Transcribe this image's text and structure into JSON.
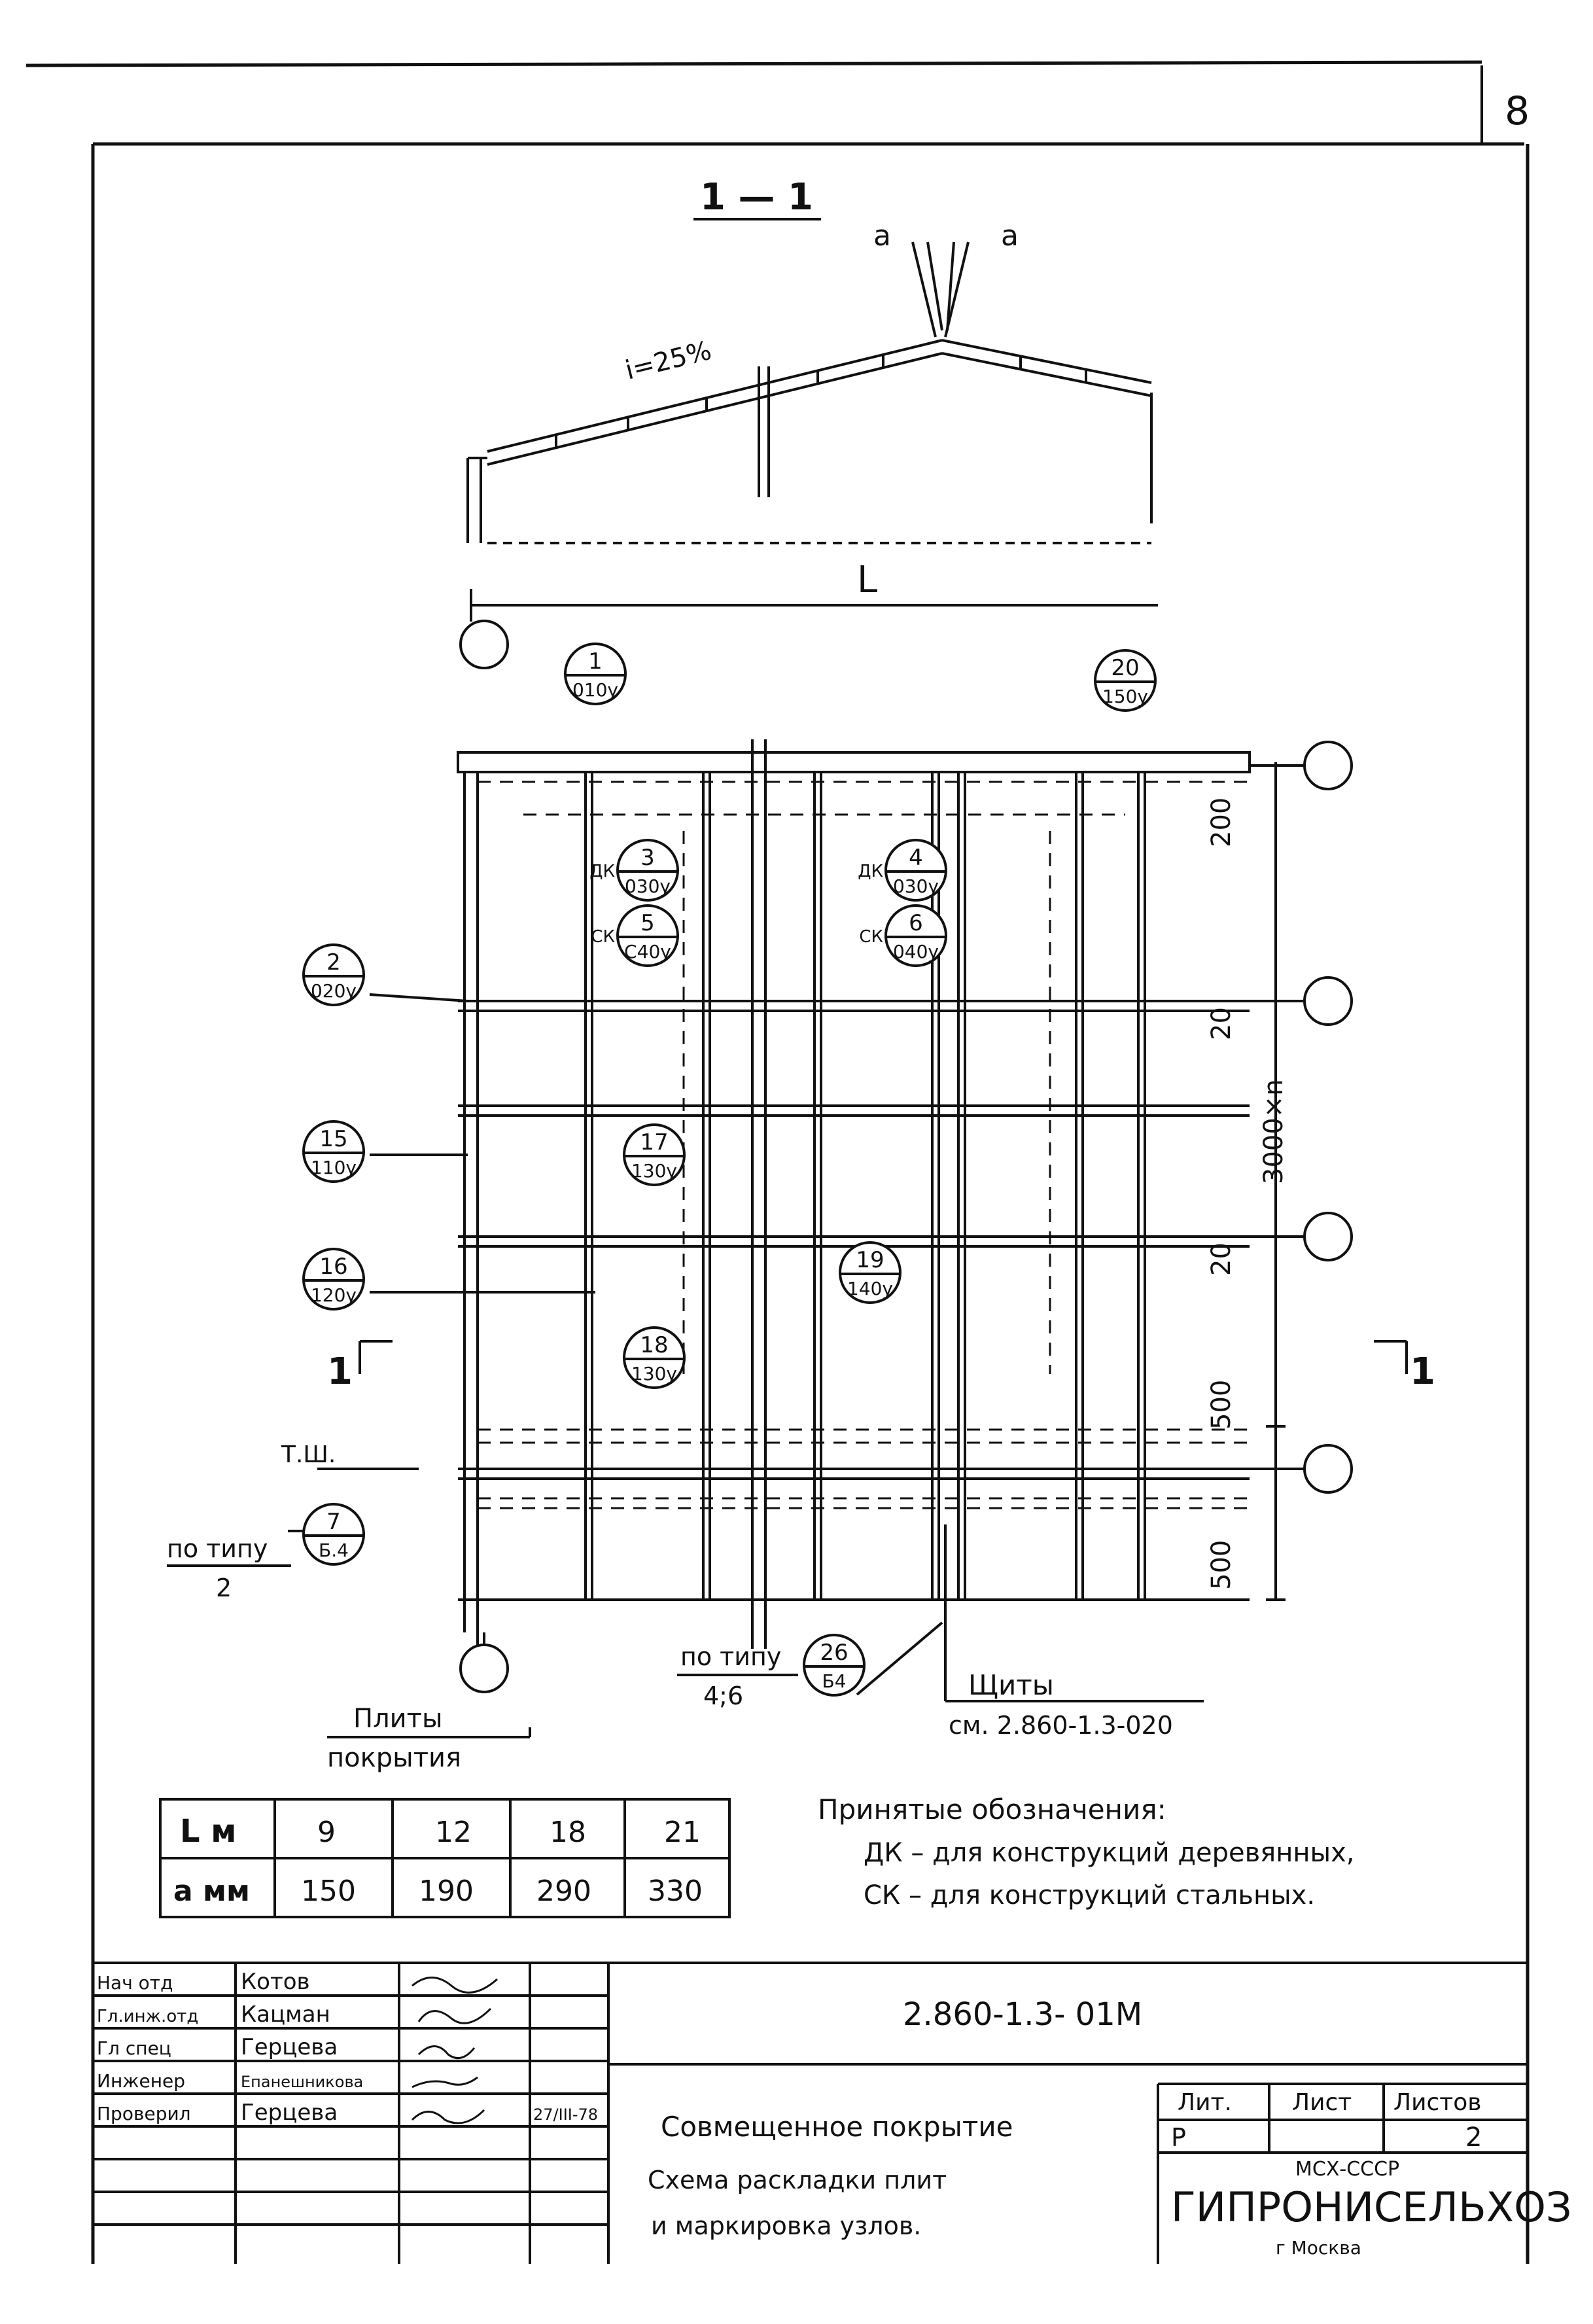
{
  "sheet_number": "8",
  "section": {
    "title": "1 — 1",
    "slope": "i=25%",
    "a_left": "a",
    "a_right": "a",
    "span_label": "L"
  },
  "node_labels": [
    {
      "num": "1",
      "code": "010у"
    },
    {
      "num": "20",
      "code": "150у"
    },
    {
      "num": "3",
      "code": "030у",
      "prefix": "ДК"
    },
    {
      "num": "5",
      "code": "С40у",
      "prefix": "СК"
    },
    {
      "num": "4",
      "code": "030у",
      "prefix": "ДК"
    },
    {
      "num": "6",
      "code": "040у",
      "prefix": "СК"
    },
    {
      "num": "2",
      "code": "020у"
    },
    {
      "num": "15",
      "code": "110у"
    },
    {
      "num": "17",
      "code": "130у"
    },
    {
      "num": "16",
      "code": "120у"
    },
    {
      "num": "19",
      "code": "140у"
    },
    {
      "num": "18",
      "code": "130у"
    },
    {
      "num": "7",
      "code": "Б.4"
    },
    {
      "num": "26",
      "code": "Б4"
    }
  ],
  "dims": [
    "200",
    "20",
    "3000×n",
    "20",
    "500",
    "500"
  ],
  "cut_mark_left": "1",
  "cut_mark_right": "1",
  "labels": {
    "tsh": "Т.Ш.",
    "po_tipu_2_top": "по типу",
    "po_tipu_2_bottom": "2",
    "po_tipu_46_top": "по типу",
    "po_tipu_46_bottom": "4;6",
    "shields_top": "Щиты",
    "shields_bottom": "см. 2.860-1.3-020",
    "plates_top": "Плиты",
    "plates_bottom": "покрытия"
  },
  "table": {
    "headers": [
      "L м",
      "9",
      "12",
      "18",
      "21"
    ],
    "row": [
      "a мм",
      "150",
      "190",
      "290",
      "330"
    ]
  },
  "legend": {
    "title": "Принятые обозначения:",
    "line1": "ДК – для конструкций деревянных,",
    "line2": "СК – для конструкций стальных."
  },
  "stamp": {
    "roles": [
      {
        "role": "Нач отд",
        "name": "Котов"
      },
      {
        "role": "Гл.инж.отд",
        "name": "Кацман"
      },
      {
        "role": "Гл спец",
        "name": "Герцева"
      },
      {
        "role": "Инженер",
        "name": "Епанешникова"
      },
      {
        "role": "Проверил",
        "name": "Герцева"
      }
    ],
    "date": "27/III-78",
    "doc_code": "2.860-1.3- 01М",
    "title_line1": "Совмещенное покрытие",
    "title_line2": "Схема раскладки плит",
    "title_line3": "и маркировка узлов.",
    "lit_header": "Лит.",
    "sheet_header": "Лист",
    "sheets_header": "Листов",
    "lit_value": "Р",
    "sheet_value": "",
    "sheets_value": "2",
    "ministry": "МСХ-СССР",
    "org": "ГИПРОНИСЕЛЬХОЗ",
    "city": "г Москва"
  }
}
